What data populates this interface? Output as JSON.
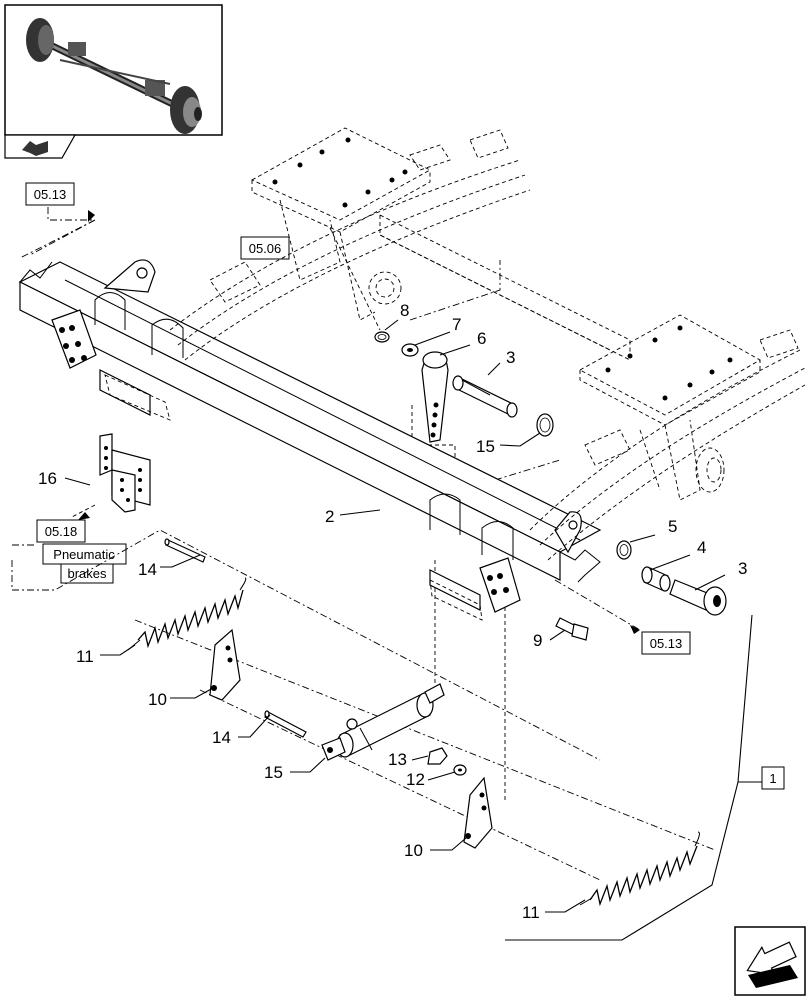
{
  "references": {
    "top_left": "05.13",
    "spring_bracket": "05.06",
    "left_lower": "05.18",
    "pneumatic_line1": "Pneumatic",
    "pneumatic_line2": "brakes",
    "right_lower": "05.13",
    "assembly": "1"
  },
  "callouts": {
    "c8": "8",
    "c7": "7",
    "c6": "6",
    "c3a": "3",
    "c15a": "15",
    "c16": "16",
    "c2": "2",
    "c5": "5",
    "c4": "4",
    "c3b": "3",
    "c14a": "14",
    "c9": "9",
    "c11a": "11",
    "c10a": "10",
    "c14b": "14",
    "c15b": "15",
    "c13": "13",
    "c12": "12",
    "c10b": "10",
    "c11b": "11"
  },
  "icons": {
    "thumbnail": "axle-thumbnail-icon",
    "return": "return-arrow-icon",
    "next_page": "next-page-arrow-icon"
  }
}
